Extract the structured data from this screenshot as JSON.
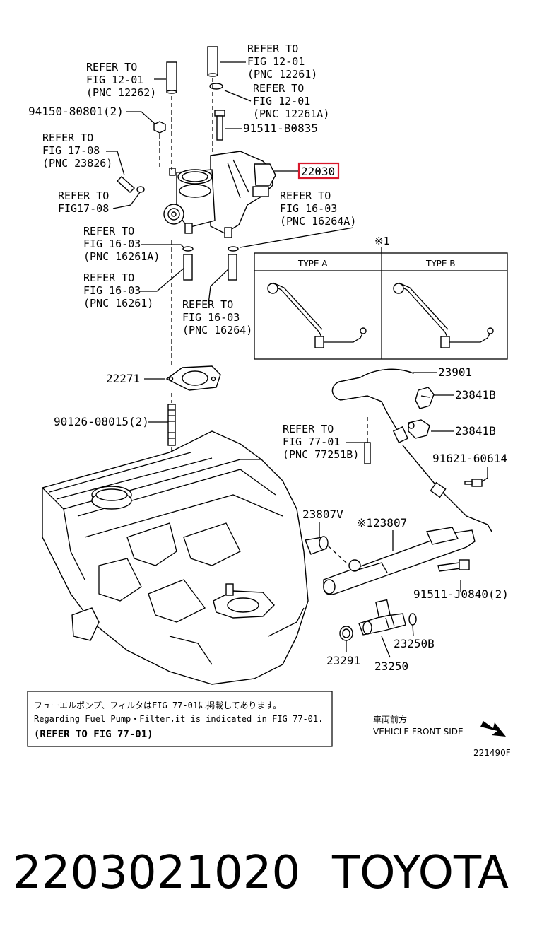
{
  "refs": {
    "r12262": [
      "REFER TO",
      "FIG 12-01",
      "(PNC 12262)"
    ],
    "r12261": [
      "REFER TO",
      "FIG 12-01",
      "(PNC 12261)"
    ],
    "r12261a": [
      "REFER TO",
      "FIG 12-01",
      "(PNC 12261A)"
    ],
    "r23826": [
      "REFER TO",
      "FIG 17-08",
      "(PNC 23826)"
    ],
    "r1708": [
      "REFER TO",
      "FIG17-08"
    ],
    "r16264a": [
      "REFER TO",
      "FIG 16-03",
      "(PNC 16264A)"
    ],
    "r16261a": [
      "REFER TO",
      "FIG 16-03",
      "(PNC 16261A)"
    ],
    "r16261": [
      "REFER TO",
      "FIG 16-03",
      "(PNC 16261)"
    ],
    "r16264": [
      "REFER TO",
      "FIG 16-03",
      "(PNC 16264)"
    ],
    "r77251b": [
      "REFER TO",
      "FIG 77-01",
      "(PNC 77251B)"
    ]
  },
  "parts": {
    "p94150": "94150-80801(2)",
    "p91511b": "91511-B0835",
    "p22030": "22030",
    "p22271": "22271",
    "p90126": "90126-08015(2)",
    "p23901": "23901",
    "p23841b_1": "23841B",
    "p23841b_2": "23841B",
    "p91621": "91621-60614",
    "p23807v": "23807V",
    "p23807": "※123807",
    "p91511j": "91511-J0840(2)",
    "p23250b": "23250B",
    "p23291": "23291",
    "p23250": "23250"
  },
  "inset": {
    "marker": "※1",
    "type_a": "TYPE A",
    "type_b": "TYPE B"
  },
  "note": {
    "line1": "フューエルポンプ、フィルタはFIG 77-01に掲載してあります。",
    "line2": "Regarding Fuel Pump・Filter,it is indicated in FIG 77-01.",
    "line3": "(REFER TO FIG 77-01)"
  },
  "direction": {
    "jp": "車両前方",
    "en": "VEHICLE FRONT SIDE"
  },
  "figure_code": "221490F",
  "footer": {
    "part_number": "2203021020",
    "brand": "TOYOTA"
  },
  "colors": {
    "highlight": "#d8182b"
  }
}
